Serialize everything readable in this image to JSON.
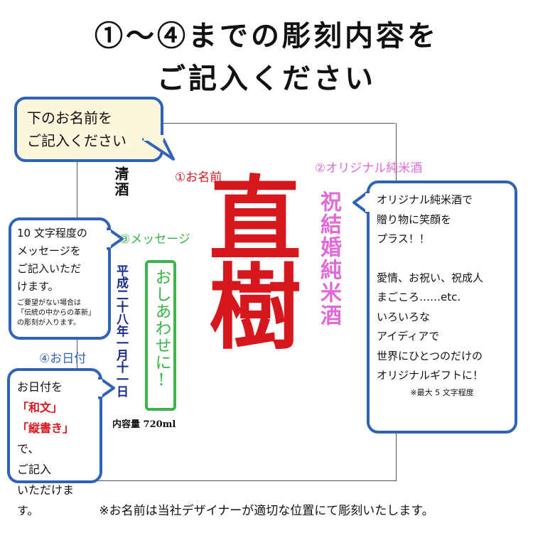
{
  "header": {
    "title_line1": "①～④までの彫刻内容を",
    "title_line2": "ご記入ください"
  },
  "bubble_name": {
    "line1": "下のお名前を",
    "line2": "ご記入ください"
  },
  "labels": {
    "name": "①お名前",
    "original": "②オリジナル純米酒",
    "message": "③メッセージ",
    "date": "④お日付"
  },
  "bottle_label": {
    "seishu": "清酒",
    "name_text": "直樹",
    "pink_text": "祝結婚純米酒",
    "message_text": "おしあわせに!",
    "date_text": "平成二十八年一月十一日",
    "volume": "内容量 720ml"
  },
  "bubble_message": {
    "lines": [
      "10 文字程度の",
      "メッセージを",
      "ご記入いただ",
      "けます。"
    ],
    "small_lines": [
      "ご要望がない場合は",
      "「伝統の中からの革新」",
      "の彫刻が入ります。"
    ]
  },
  "bubble_date": {
    "line1": "お日付を",
    "wabun": "「和文」",
    "tategaki": "「縦書き」",
    "de": "で、",
    "line4": "ご記入",
    "line5": "いただけます。"
  },
  "bubble_original": {
    "lines": [
      "オリジナル純米酒で",
      "贈り物に笑顔を",
      "プラス！！",
      "",
      "愛情、お祝い、祝成人",
      "まごころ……etc.",
      "いろいろな",
      "アイディアで",
      "世界にひとつのだけの",
      "オリジナルギフトに！"
    ],
    "note": "※最大 5 文字程度"
  },
  "footer": {
    "note": "※お名前は当社デザイナーが適切な位置にて彫刻いたします。"
  },
  "colors": {
    "bubble_border": "#2f63b8",
    "bubble_tan": "#fdf6dc",
    "red": "#d6181e",
    "pink": "#e06ad8",
    "green": "#39b54a",
    "navy": "#1a2d8c"
  }
}
